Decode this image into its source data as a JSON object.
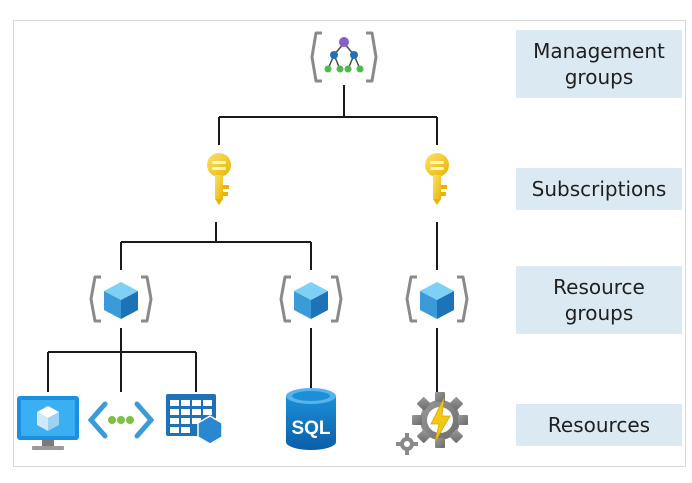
{
  "tiers": {
    "management_groups": {
      "line1": "Management",
      "line2": "groups"
    },
    "subscriptions": "Subscriptions",
    "resource_groups": {
      "line1": "Resource",
      "line2": "groups"
    },
    "resources": "Resources"
  },
  "resources": {
    "sql_label": "SQL"
  },
  "colors": {
    "label_background": "#dbe9f2",
    "connector": "#1a1a1a",
    "key_gold": "#f2c811",
    "cube_blue": "#3a9bd8",
    "bracket_gray": "#8a8a8a"
  }
}
